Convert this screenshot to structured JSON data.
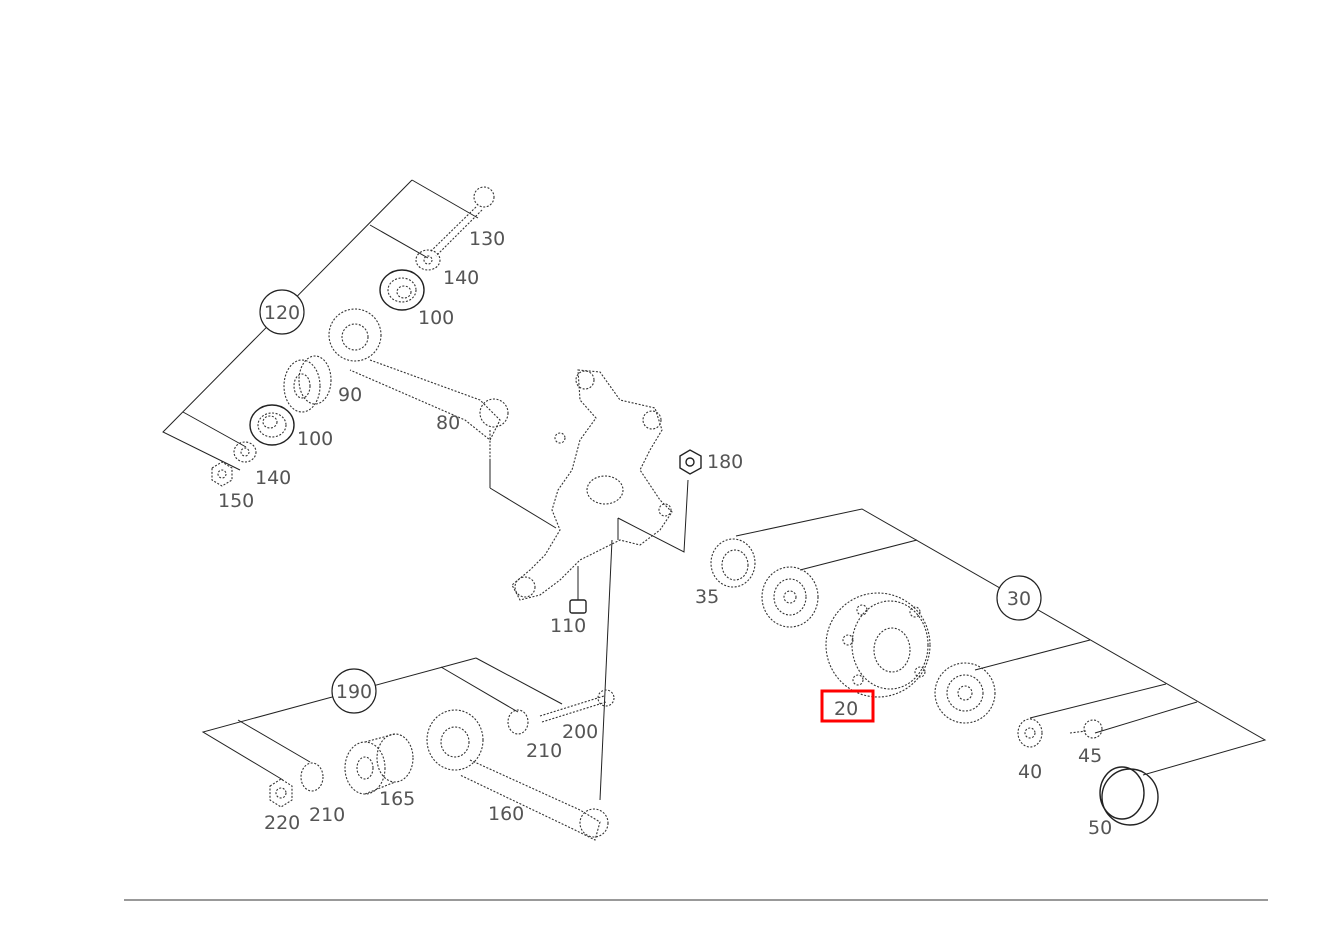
{
  "diagram": {
    "group_labels": {
      "g120": "120",
      "g190": "190",
      "g30": "30"
    },
    "part_labels": {
      "p130": "130",
      "p140a": "140",
      "p100a": "100",
      "p90": "90",
      "p80": "80",
      "p100b": "100",
      "p140b": "140",
      "p150": "150",
      "p180": "180",
      "p35": "35",
      "p110": "110",
      "p20": "20",
      "p200": "200",
      "p210a": "210",
      "p165": "165",
      "p160": "160",
      "p220": "220",
      "p210b": "210",
      "p40": "40",
      "p45": "45",
      "p50": "50"
    },
    "highlighted_part": "20",
    "highlight_color": "#ff0000"
  }
}
